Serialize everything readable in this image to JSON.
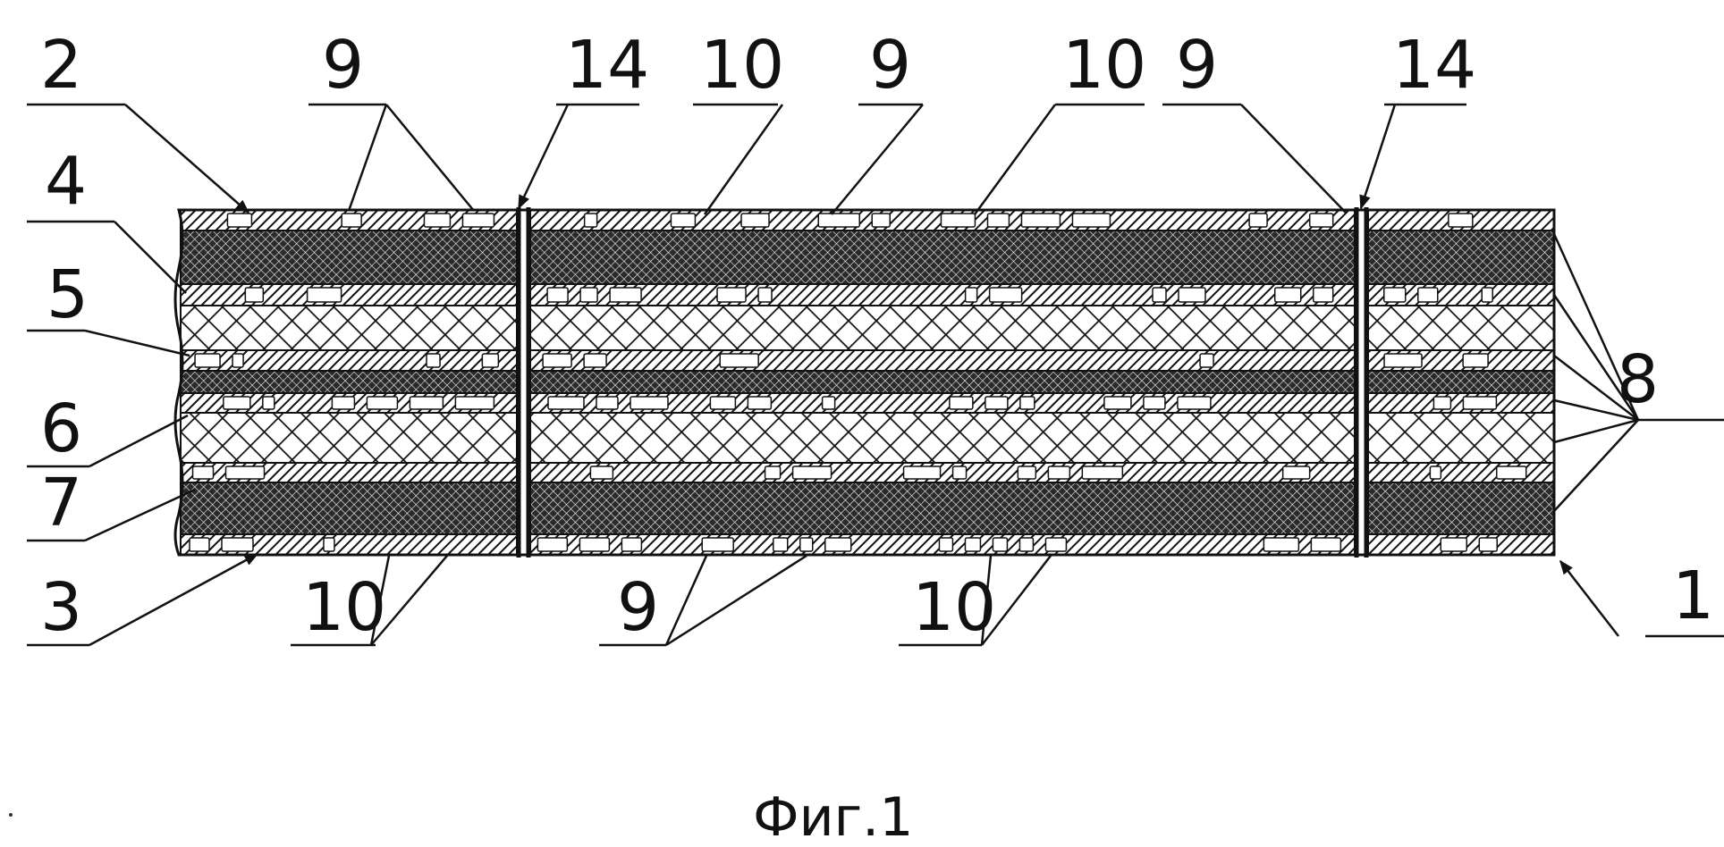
{
  "labels": {
    "l1": "1",
    "l2": "2",
    "l3": "3",
    "l4": "4",
    "l5": "5",
    "l6": "6",
    "l7": "7",
    "l8": "8",
    "l9": "9",
    "l10": "10",
    "l14": "14"
  },
  "caption": "Фиг.1"
}
